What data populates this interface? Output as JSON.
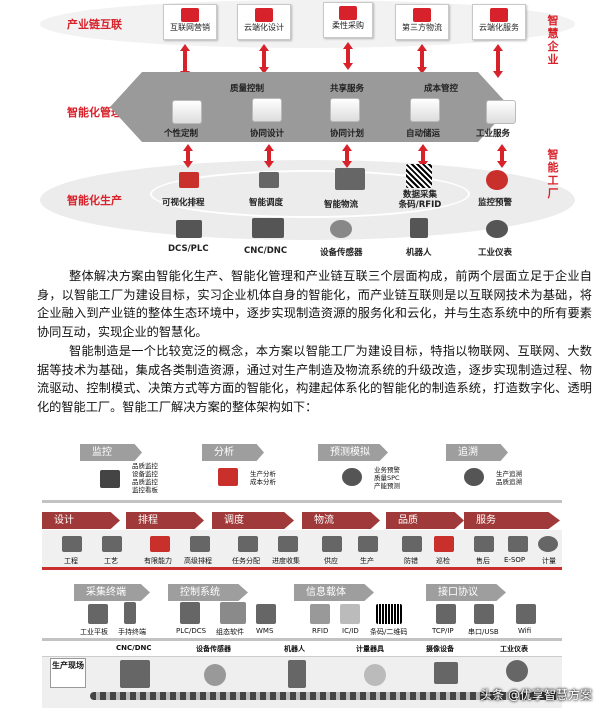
{
  "diagram1": {
    "levels": {
      "chain": "产业链互联",
      "manage": "智能化管理",
      "produce": "智能化生产"
    },
    "side": {
      "enterprise": "智慧企业",
      "factory": "智能工厂"
    },
    "top_boxes": [
      "互联网营销",
      "云端化设计",
      "柔性采购",
      "第三方物流",
      "云端化服务"
    ],
    "mid_top_labels": [
      "质量控制",
      "共享服务",
      "成本管控"
    ],
    "mid_boxes": [
      "个性定制",
      "协同设计",
      "协同计划",
      "自动储运",
      "工业服务"
    ],
    "bottom_items": [
      "可视化排程",
      "智能调度",
      "智能物流",
      "数据采集 条码/RFID",
      "监控预警"
    ],
    "devices": [
      "DCS/PLC",
      "CNC/DNC",
      "设备传感器",
      "机器人",
      "工业仪表"
    ]
  },
  "paragraphs": [
    "整体解决方案由智能化生产、智能化管理和产业链互联三个层面构成，前两个层面立足于企业自身，以智能工厂为建设目标，实习企业机体自身的智能化，而产业链互联则是以互联网技术为基础，将企业融入到产业链的整体生态环境中，逐步实现制造资源的服务化和云化，并与生态系统中的所有要素协同互动，实现企业的智慧化。",
    "智能制造是一个比较宽泛的概念，本方案以智能工厂为建设目标，特指以物联网、互联网、大数据等技术为基础，集成各类制造资源，通过对生产制造及物流系统的升级改造，逐步实现制造过程、物流驱动、控制模式、决策方式等方面的智能化，构建起体系化的智能化的制造系统，打造数字化、透明化的智能工厂。智能工厂解决方案的整体架构如下："
  ],
  "diagram2": {
    "row1": {
      "tags": [
        "监控",
        "分析",
        "预测模拟",
        "追溯"
      ],
      "monitor": [
        "品质监控",
        "设备监控",
        "品质监控",
        "监控看板"
      ],
      "analysis": [
        "生产分析",
        "成本分析"
      ],
      "predict": [
        "业务预警",
        "质量SPC",
        "产能预测"
      ],
      "trace": [
        "生产追溯",
        "品质追溯"
      ]
    },
    "row2": {
      "tags": [
        "设计",
        "排程",
        "调度",
        "物流",
        "品质",
        "服务"
      ],
      "items": [
        "工程",
        "工艺",
        "有限能力",
        "高级排程",
        "任务分配",
        "进度收集",
        "供应",
        "生产",
        "防错",
        "巡检",
        "售后",
        "E-SOP",
        "计量"
      ]
    },
    "row3": {
      "tags": [
        "采集终端",
        "控制系统",
        "信息载体",
        "接口协议"
      ],
      "items": [
        "工业平板",
        "手持终端",
        "PLC/DCS",
        "组态软件",
        "WMS",
        "RFID",
        "IC/ID",
        "条码/二维码",
        "TCP/IP",
        "串口/USB",
        "Wifi"
      ]
    },
    "row4": {
      "site": "生产现场",
      "items": [
        "CNC/DNC",
        "设备传感器",
        "机器人",
        "计量器具",
        "摄像设备",
        "工业仪表"
      ]
    }
  },
  "watermark": "头条 @优享智慧方案"
}
